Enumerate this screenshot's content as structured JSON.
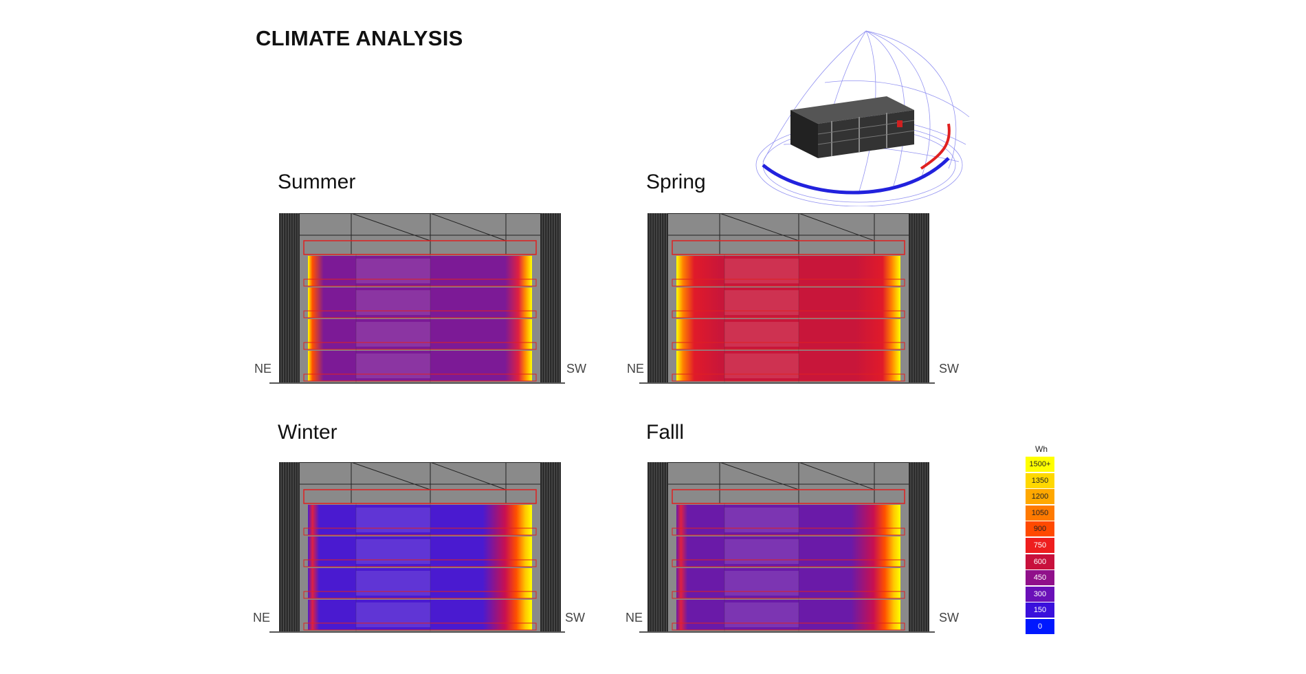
{
  "title": "CLIMATE ANALYSIS",
  "panels": {
    "summer": {
      "label": "Summer",
      "left_dir": "NE",
      "right_dir": "SW",
      "base": "#7c1a96",
      "hot": "right-and-left"
    },
    "spring": {
      "label": "Spring",
      "left_dir": "NE",
      "right_dir": "SW",
      "base": "#c8163a",
      "hot": "both-strong"
    },
    "winter": {
      "label": "Winter",
      "left_dir": "NE",
      "right_dir": "SW",
      "base": "#4a1ad0",
      "hot": "right"
    },
    "fall": {
      "label": "Falll",
      "left_dir": "NE",
      "right_dir": "SW",
      "base": "#6a1aa8",
      "hot": "right"
    }
  },
  "legend": {
    "unit": "Wh",
    "items": [
      {
        "label": "1500+",
        "color": "#ffff00"
      },
      {
        "label": "1350",
        "color": "#ffd800"
      },
      {
        "label": "1200",
        "color": "#ffa800"
      },
      {
        "label": "1050",
        "color": "#ff7a00"
      },
      {
        "label": "900",
        "color": "#ff4a00"
      },
      {
        "label": "750",
        "color": "#ee1e1e"
      },
      {
        "label": "600",
        "color": "#c8103c"
      },
      {
        "label": "450",
        "color": "#90108a"
      },
      {
        "label": "300",
        "color": "#6a10b8"
      },
      {
        "label": "150",
        "color": "#3a10dc"
      },
      {
        "label": "0",
        "color": "#0018ff"
      }
    ]
  }
}
